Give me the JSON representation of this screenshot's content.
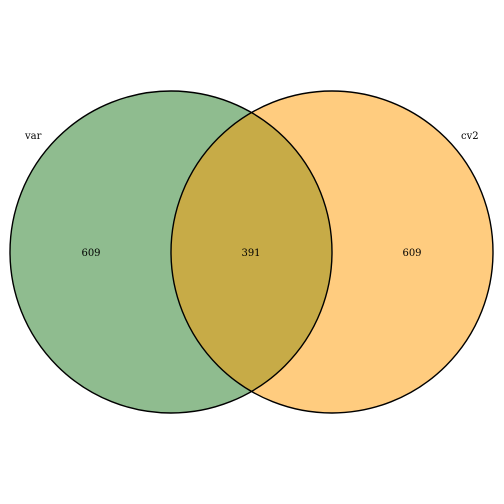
{
  "venn": {
    "sets": [
      {
        "name": "var",
        "color": "#1f7a1f",
        "opacity": 0.5
      },
      {
        "name": "cv2",
        "color": "#ff9a00",
        "opacity": 0.5
      }
    ],
    "counts": {
      "var_only": "609",
      "intersection": "391",
      "cv2_only": "609"
    },
    "outline_color": "#000000",
    "background": "#ffffff"
  }
}
